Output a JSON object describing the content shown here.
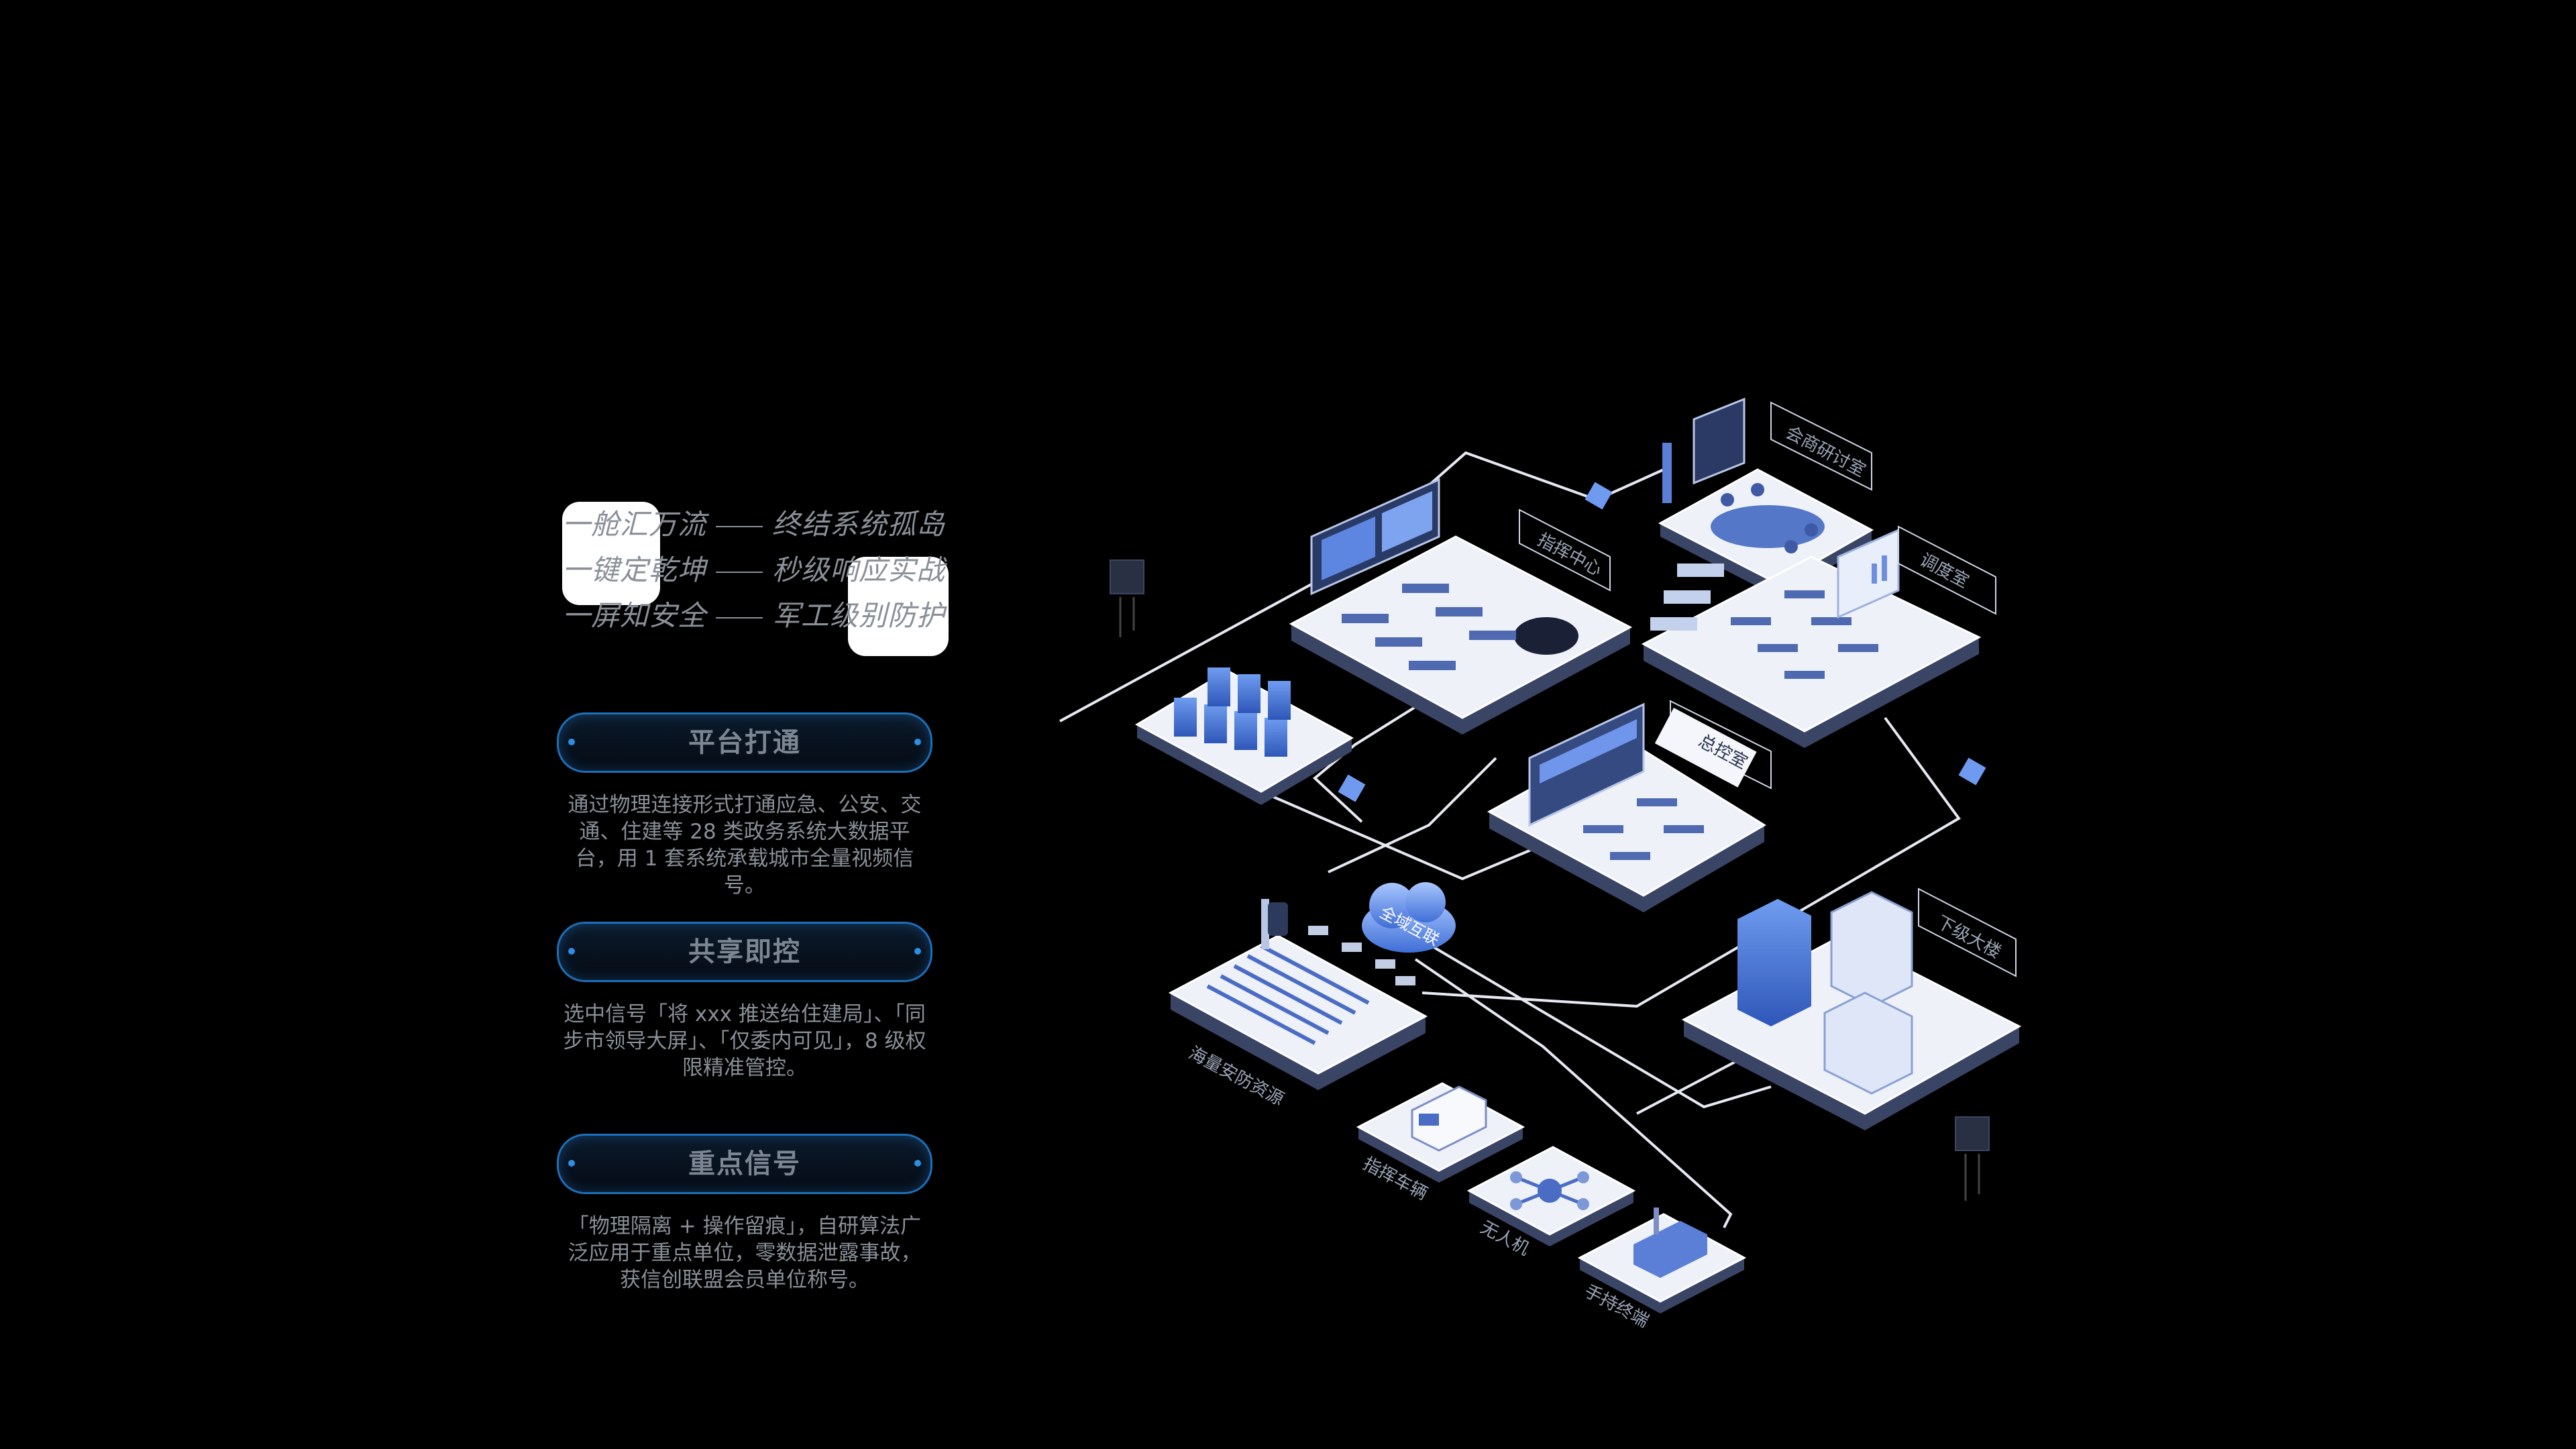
{
  "slogans": [
    {
      "left": "一舱汇万流",
      "right": "终结系统孤岛"
    },
    {
      "left": "一键定乾坤",
      "right": "秒级响应实战"
    },
    {
      "left": "一屏知安全",
      "right": "军工级别防护"
    }
  ],
  "features": [
    {
      "title": "平台打通",
      "desc": "通过物理连接形式打通应急、公安、交通、住建等 28 类政务系统大数据平台，用 1 套系统承载城市全量视频信号。"
    },
    {
      "title": "共享即控",
      "desc": "选中信号「将 xxx 推送给住建局」、「同步市领导大屏」、「仅委内可见」，8 级权限精准管控。"
    },
    {
      "title": "重点信号",
      "desc": "「物理隔离 + 操作留痕」，自研算法广泛应用于重点单位，零数据泄露事故，获信创联盟会员单位称号。"
    }
  ],
  "diagram": {
    "labels": {
      "command_center": "指挥中心",
      "consultation_room": "会商研讨室",
      "dispatch_room": "调度室",
      "master_control": "总控室",
      "cloud": "全域互联",
      "subordinate_buildings": "下级大楼",
      "security_resources": "海量安防资源",
      "command_vehicle": "指挥车辆",
      "drone": "无人机",
      "handheld_terminal": "手持终端"
    },
    "colors": {
      "platform_top": "#eef1f8",
      "platform_side": "#3a4566",
      "accent_blue": "#4a78d6",
      "pill_border": "#1c6fb8"
    }
  }
}
